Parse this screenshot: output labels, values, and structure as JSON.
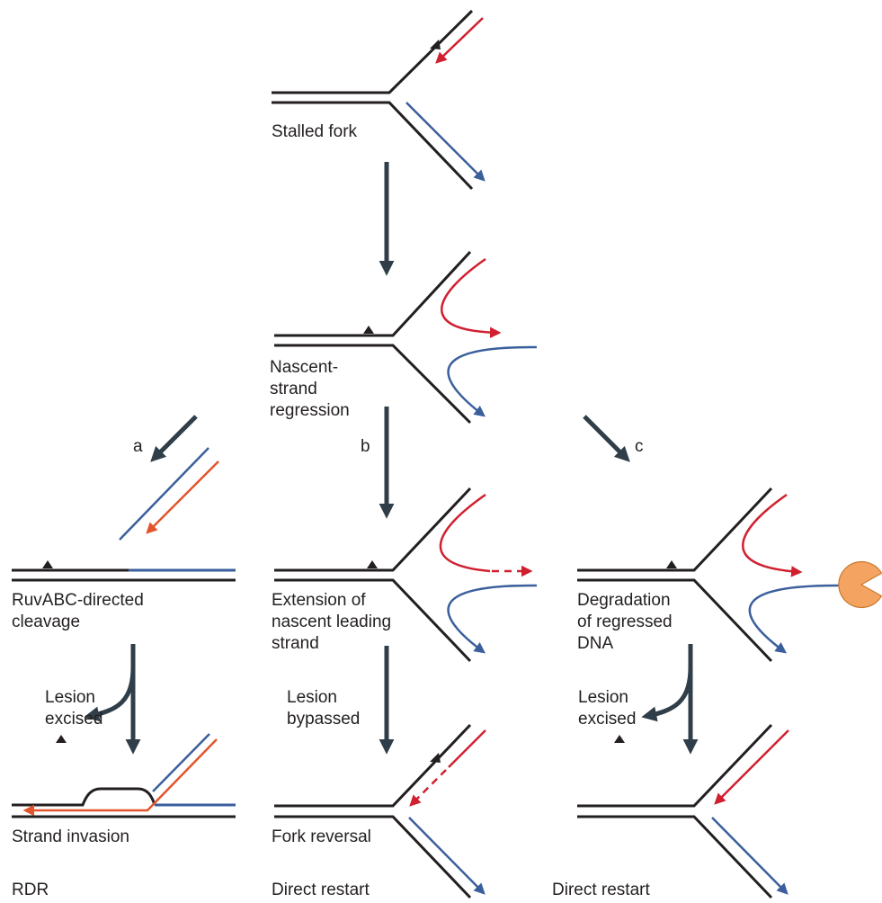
{
  "labels": {
    "stalled": "Stalled fork",
    "nascent_1": "Nascent-",
    "nascent_2": "strand",
    "nascent_3": "regression",
    "path_a": "a",
    "path_b": "b",
    "path_c": "c",
    "ruv_1": "RuvABC-directed",
    "ruv_2": "cleavage",
    "ext_1": "Extension of",
    "ext_2": "nascent leading",
    "ext_3": "strand",
    "deg_1": "Degradation",
    "deg_2": "of regressed",
    "deg_3": "DNA",
    "excised_a_1": "Lesion",
    "excised_a_2": "excised",
    "bypassed_1": "Lesion",
    "bypassed_2": "bypassed",
    "excised_c_1": "Lesion",
    "excised_c_2": "excised",
    "invasion": "Strand invasion",
    "reversal": "Fork reversal",
    "rdr": "RDR",
    "direct_b": "Direct restart",
    "direct_c": "Direct restart"
  },
  "colors": {
    "dna": "#231f20",
    "nascent_lagging": "#d0202f",
    "nascent_leading": "#3a5f9c",
    "invading_strand": "#e3542c",
    "flow_arrow": "#2f3e48",
    "exonuclease": "#f4a460"
  },
  "icons": {
    "lesion": "triangle-lesion-icon",
    "exonuclease": "pacman-exonuclease-icon"
  }
}
